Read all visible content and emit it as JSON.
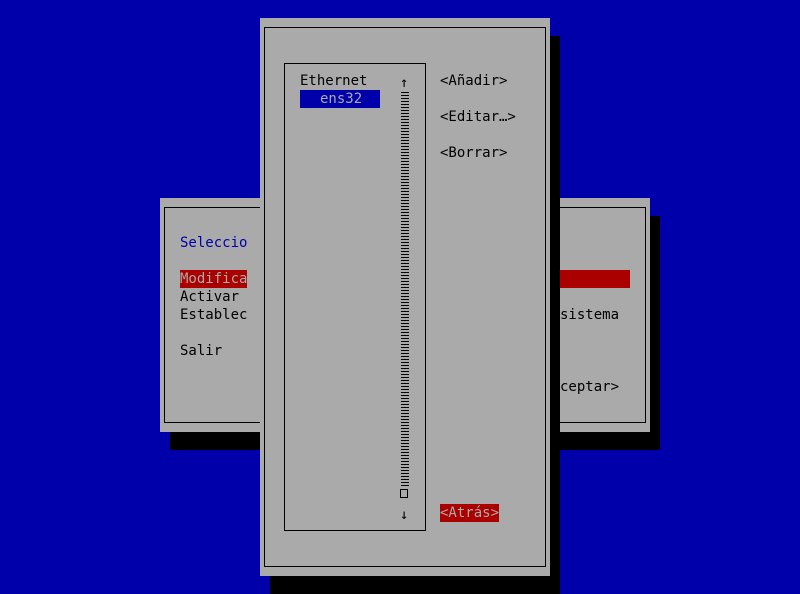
{
  "back_dialog": {
    "title": "Seleccio",
    "items": [
      "Modifica",
      "Activar",
      "Establec",
      "Salir"
    ],
    "right_fragment": "sistema",
    "ok_fragment": "ceptar>"
  },
  "front_dialog": {
    "list": {
      "category": "Ethernet",
      "selected": "ens32"
    },
    "buttons": {
      "add": "<Añadir>",
      "edit": "<Editar…>",
      "delete": "<Borrar>",
      "back": "<Atrás>"
    },
    "scrollbar": {
      "up_arrow": "↑",
      "down_arrow": "↓"
    }
  },
  "colors": {
    "background": "#0000aa",
    "dialog": "#aaaaaa",
    "highlight": "#aa0000",
    "selection": "#0000aa"
  }
}
